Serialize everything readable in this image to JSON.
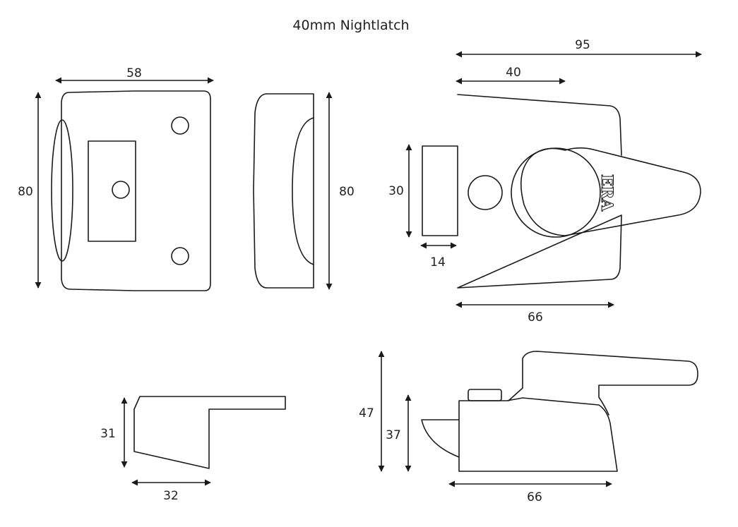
{
  "title": "40mm Nightlatch",
  "logo": "ERA",
  "views": {
    "front": {
      "width": "58",
      "height": "80"
    },
    "side": {
      "height": "80"
    },
    "top": {
      "overall_width": "95",
      "body_depth": "40",
      "bolt_height": "30",
      "bolt_projection": "14",
      "case_width": "66"
    },
    "staple": {
      "height": "31",
      "width": "32"
    },
    "elevation": {
      "overall_height": "47",
      "case_height": "37",
      "case_width": "66"
    }
  }
}
